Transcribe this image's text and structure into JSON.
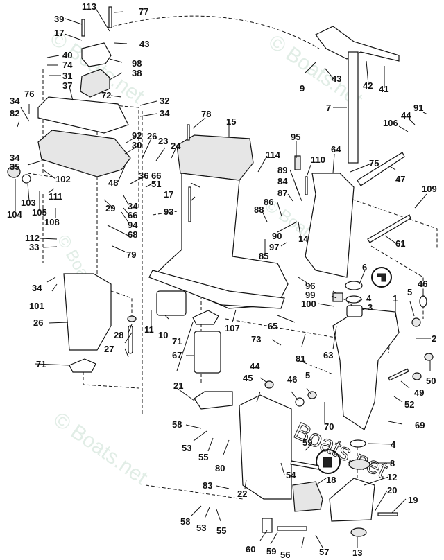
{
  "diagram": {
    "title": "Outboard Midsection / Exhaust Housing & Swivel Bracket Exploded Parts Diagram",
    "watermark_text": "© Boats.net",
    "callouts": [
      {
        "id": "c113",
        "label": "113"
      },
      {
        "id": "c77",
        "label": "77"
      },
      {
        "id": "c39",
        "label": "39"
      },
      {
        "id": "c17a",
        "label": "17"
      },
      {
        "id": "c43a",
        "label": "43"
      },
      {
        "id": "c40",
        "label": "40"
      },
      {
        "id": "c98",
        "label": "98"
      },
      {
        "id": "c74",
        "label": "74"
      },
      {
        "id": "c31",
        "label": "31"
      },
      {
        "id": "c38",
        "label": "38"
      },
      {
        "id": "c37",
        "label": "37"
      },
      {
        "id": "c76",
        "label": "76"
      },
      {
        "id": "c72",
        "label": "72"
      },
      {
        "id": "c32",
        "label": "32"
      },
      {
        "id": "c34a",
        "label": "34"
      },
      {
        "id": "c82",
        "label": "82"
      },
      {
        "id": "c34b",
        "label": "34"
      },
      {
        "id": "c78",
        "label": "78"
      },
      {
        "id": "c15",
        "label": "15"
      },
      {
        "id": "c34c",
        "label": "34"
      },
      {
        "id": "c35",
        "label": "35"
      },
      {
        "id": "c92",
        "label": "92"
      },
      {
        "id": "c26a",
        "label": "26"
      },
      {
        "id": "c30",
        "label": "30"
      },
      {
        "id": "c23",
        "label": "23"
      },
      {
        "id": "c24",
        "label": "24"
      },
      {
        "id": "c102",
        "label": "102"
      },
      {
        "id": "c48",
        "label": "48"
      },
      {
        "id": "c36",
        "label": "36"
      },
      {
        "id": "c66a",
        "label": "66"
      },
      {
        "id": "c51",
        "label": "51"
      },
      {
        "id": "c104",
        "label": "104"
      },
      {
        "id": "c103",
        "label": "103"
      },
      {
        "id": "c111",
        "label": "111"
      },
      {
        "id": "c105",
        "label": "105"
      },
      {
        "id": "c108",
        "label": "108"
      },
      {
        "id": "c29",
        "label": "29"
      },
      {
        "id": "c34d",
        "label": "34"
      },
      {
        "id": "c66b",
        "label": "66"
      },
      {
        "id": "c94",
        "label": "94"
      },
      {
        "id": "c68",
        "label": "68"
      },
      {
        "id": "c17b",
        "label": "17"
      },
      {
        "id": "c93",
        "label": "93"
      },
      {
        "id": "c112",
        "label": "112"
      },
      {
        "id": "c33",
        "label": "33"
      },
      {
        "id": "c79",
        "label": "79"
      },
      {
        "id": "c9",
        "label": "9"
      },
      {
        "id": "c43b",
        "label": "43"
      },
      {
        "id": "c42",
        "label": "42"
      },
      {
        "id": "c41",
        "label": "41"
      },
      {
        "id": "c7",
        "label": "7"
      },
      {
        "id": "c91",
        "label": "91"
      },
      {
        "id": "c44a",
        "label": "44"
      },
      {
        "id": "c106",
        "label": "106"
      },
      {
        "id": "c95",
        "label": "95"
      },
      {
        "id": "c114",
        "label": "114"
      },
      {
        "id": "c64",
        "label": "64"
      },
      {
        "id": "c110",
        "label": "110"
      },
      {
        "id": "c75",
        "label": "75"
      },
      {
        "id": "c47",
        "label": "47"
      },
      {
        "id": "c89",
        "label": "89"
      },
      {
        "id": "c84",
        "label": "84"
      },
      {
        "id": "c87",
        "label": "87"
      },
      {
        "id": "c86",
        "label": "86"
      },
      {
        "id": "c88",
        "label": "88"
      },
      {
        "id": "c109",
        "label": "109"
      },
      {
        "id": "c90",
        "label": "90"
      },
      {
        "id": "c14",
        "label": "14"
      },
      {
        "id": "c61",
        "label": "61"
      },
      {
        "id": "c97",
        "label": "97"
      },
      {
        "id": "c85",
        "label": "85"
      },
      {
        "id": "c6",
        "label": "6"
      },
      {
        "id": "c96",
        "label": "96"
      },
      {
        "id": "c99",
        "label": "99"
      },
      {
        "id": "c4a",
        "label": "4"
      },
      {
        "id": "c100",
        "label": "100"
      },
      {
        "id": "c3",
        "label": "3"
      },
      {
        "id": "c1",
        "label": "1"
      },
      {
        "id": "c5a",
        "label": "5"
      },
      {
        "id": "c46a",
        "label": "46"
      },
      {
        "id": "c34e",
        "label": "34"
      },
      {
        "id": "c101",
        "label": "101"
      },
      {
        "id": "c26b",
        "label": "26"
      },
      {
        "id": "c11",
        "label": "11"
      },
      {
        "id": "c10",
        "label": "10"
      },
      {
        "id": "c107",
        "label": "107"
      },
      {
        "id": "c65",
        "label": "65"
      },
      {
        "id": "c2",
        "label": "2"
      },
      {
        "id": "c28",
        "label": "28"
      },
      {
        "id": "c71a",
        "label": "71"
      },
      {
        "id": "c73",
        "label": "73"
      },
      {
        "id": "c81",
        "label": "81"
      },
      {
        "id": "c63",
        "label": "63"
      },
      {
        "id": "c27",
        "label": "27"
      },
      {
        "id": "c67",
        "label": "67"
      },
      {
        "id": "c71b",
        "label": "71"
      },
      {
        "id": "c50",
        "label": "50"
      },
      {
        "id": "c44b",
        "label": "44"
      },
      {
        "id": "c45",
        "label": "45"
      },
      {
        "id": "c46b",
        "label": "46"
      },
      {
        "id": "c5b",
        "label": "5"
      },
      {
        "id": "c49",
        "label": "49"
      },
      {
        "id": "c21",
        "label": "21"
      },
      {
        "id": "c52",
        "label": "52"
      },
      {
        "id": "c70",
        "label": "70"
      },
      {
        "id": "c69",
        "label": "69"
      },
      {
        "id": "c58a",
        "label": "58"
      },
      {
        "id": "c53a",
        "label": "53"
      },
      {
        "id": "c55a",
        "label": "55"
      },
      {
        "id": "c80",
        "label": "80"
      },
      {
        "id": "c59a",
        "label": "59"
      },
      {
        "id": "c4b",
        "label": "4"
      },
      {
        "id": "c8",
        "label": "8"
      },
      {
        "id": "c54",
        "label": "54"
      },
      {
        "id": "c18",
        "label": "18"
      },
      {
        "id": "c12",
        "label": "12"
      },
      {
        "id": "c83",
        "label": "83"
      },
      {
        "id": "c22",
        "label": "22"
      },
      {
        "id": "c20",
        "label": "20"
      },
      {
        "id": "c19",
        "label": "19"
      },
      {
        "id": "c58b",
        "label": "58"
      },
      {
        "id": "c53b",
        "label": "53"
      },
      {
        "id": "c55b",
        "label": "55"
      },
      {
        "id": "c60",
        "label": "60"
      },
      {
        "id": "c59b",
        "label": "59"
      },
      {
        "id": "c56",
        "label": "56"
      },
      {
        "id": "c57",
        "label": "57"
      },
      {
        "id": "c13",
        "label": "13"
      }
    ]
  }
}
